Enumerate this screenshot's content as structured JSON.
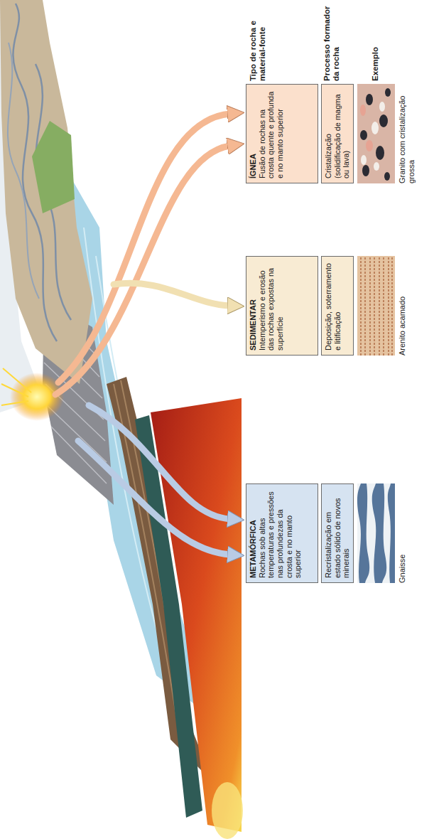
{
  "diagram": {
    "nodes": [
      {
        "text": [
          "ÍGNEA",
          "Fusão de rochas na crosta quente e profunda e no manto superior"
        ]
      },
      {
        "text": [
          "Cristalização (solidificação de magma ou lava)"
        ]
      },
      {
        "text": [
          "SEDIMENTAR",
          "Intemperismo e erosão das rochas expostas na superfície"
        ]
      },
      {
        "text": [
          "Deposição, soterramento e litificação"
        ]
      },
      {
        "text": [
          "METAMÓRFICA",
          "Rochas sob altas temperaturas e pressões nas profundezas da crosta e no manto superior"
        ]
      },
      {
        "text": [
          "Recristalização em estado sólido de novos minerais"
        ]
      }
    ],
    "labels": [
      "Tipo de rocha e material-fonte",
      "Processo formador da rocha",
      "Exemplo",
      "Granito com cristalização grossa",
      "Arenito acamado",
      "Gnaisse"
    ]
  }
}
